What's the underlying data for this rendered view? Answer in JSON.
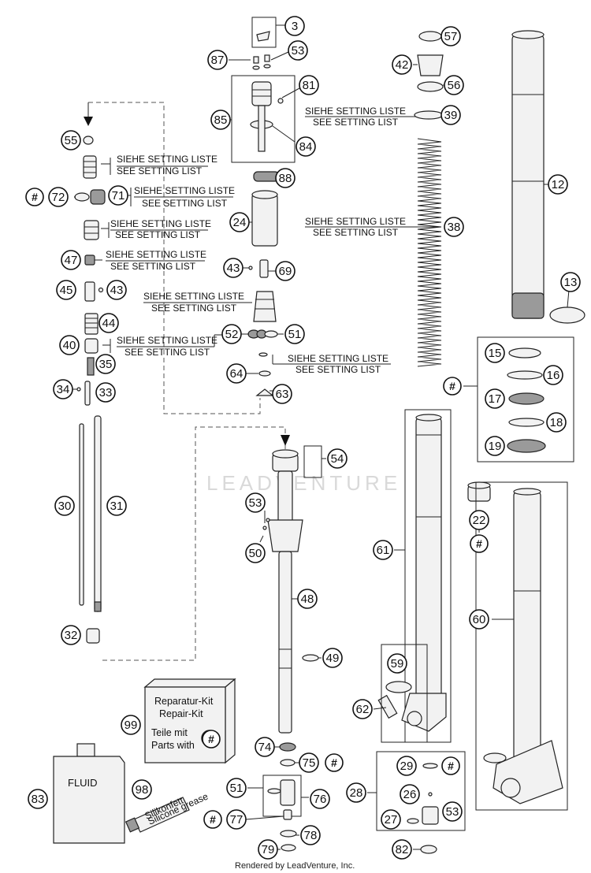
{
  "setting_label_de": "SIEHE SETTING LISTE",
  "setting_label_en": "SEE SETTING LIST",
  "kit": {
    "line1": "Reparatur-Kit",
    "line2": "Repair-Kit",
    "line3": "Teile mit",
    "line4": "Parts with",
    "hash": "#"
  },
  "fluid_label": "FLUID",
  "tube_label1": "Silikonfett",
  "tube_label2": "Silicone grease",
  "watermark": "LEADVENTURE",
  "footer": "Rendered by LeadVenture, Inc.",
  "callouts": {
    "c3": "3",
    "c87": "87",
    "c53a": "53",
    "c81": "81",
    "c85": "85",
    "c84": "84",
    "c55": "55",
    "c72": "72",
    "c71": "71",
    "c47": "47",
    "c45": "45",
    "c43a": "43",
    "c44": "44",
    "c40": "40",
    "c35": "35",
    "c34": "34",
    "c33": "33",
    "c30": "30",
    "c31": "31",
    "c32": "32",
    "c88": "88",
    "c24": "24",
    "c43b": "43",
    "c69": "69",
    "c52": "52",
    "c51a": "51",
    "c64": "64",
    "c63": "63",
    "c54": "54",
    "c53b": "53",
    "c50": "50",
    "c48": "48",
    "c49": "49",
    "c99": "99",
    "c83": "83",
    "c98": "98",
    "c74": "74",
    "c75": "75",
    "c51b": "51",
    "c76": "76",
    "c77": "77",
    "c78": "78",
    "c79": "79",
    "c57": "57",
    "c42": "42",
    "c56": "56",
    "c39": "39",
    "c38": "38",
    "c12": "12",
    "c13": "13",
    "c15": "15",
    "c16": "16",
    "c17": "17",
    "c18": "18",
    "c19": "19",
    "c61": "61",
    "c59": "59",
    "c62": "62",
    "c22": "22",
    "c60": "60",
    "c28": "28",
    "c29": "29",
    "c26": "26",
    "c27": "27",
    "c53c": "53",
    "c82": "82",
    "h1": "#",
    "h2": "#",
    "h3": "#",
    "h4": "#",
    "h5": "#",
    "h6": "#",
    "h7": "#"
  }
}
